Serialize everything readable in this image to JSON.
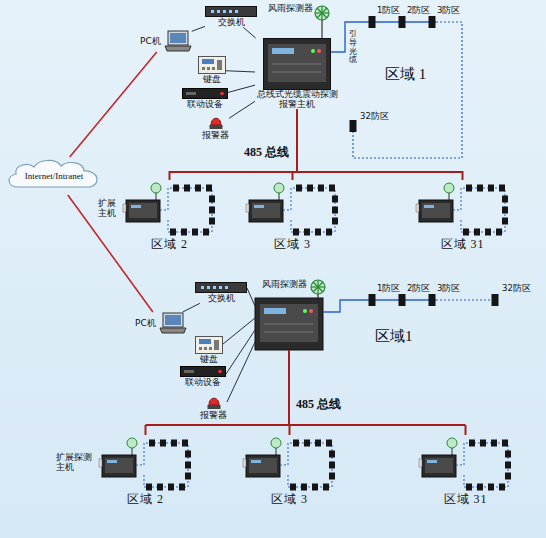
{
  "diagram": {
    "nodes": [
      {
        "text": [
          "Internet/Intranet"
        ]
      },
      {
        "text": [
          "交换机"
        ]
      },
      {
        "text": [
          "PC机"
        ]
      },
      {
        "text": [
          "键盘"
        ]
      },
      {
        "text": [
          "联动设备"
        ]
      },
      {
        "text": [
          "报警器"
        ]
      },
      {
        "text": [
          "总线式光缆震动探测报警主机"
        ]
      },
      {
        "text": [
          "区域 2"
        ]
      },
      {
        "text": [
          "区域 3"
        ]
      },
      {
        "text": [
          "区域 31"
        ]
      },
      {
        "text": [
          "交换机"
        ]
      },
      {
        "text": [
          "PC机"
        ]
      },
      {
        "text": [
          "键盘"
        ]
      },
      {
        "text": [
          "联动设备"
        ]
      },
      {
        "text": [
          "报警器"
        ]
      },
      {
        "text": [
          "区域 2"
        ]
      },
      {
        "text": [
          "区域 3"
        ]
      },
      {
        "text": [
          "区域 31"
        ]
      }
    ],
    "edges": [
      {
        "from": 0,
        "to": 2,
        "arrow": "none"
      },
      {
        "from": 2,
        "to": 1,
        "arrow": "none"
      },
      {
        "from": 1,
        "to": 6,
        "arrow": "none"
      },
      {
        "from": 3,
        "to": 6,
        "arrow": "none"
      },
      {
        "from": 4,
        "to": 6,
        "arrow": "none"
      },
      {
        "from": 5,
        "to": 6,
        "arrow": "none"
      },
      {
        "from": 6,
        "to": 7,
        "arrow": "none"
      },
      {
        "from": 6,
        "to": 8,
        "arrow": "none"
      },
      {
        "from": 6,
        "to": 9,
        "arrow": "none"
      },
      {
        "from": 0,
        "to": 11,
        "arrow": "none"
      },
      {
        "from": 11,
        "to": 10,
        "arrow": "none"
      }
    ],
    "labels": [
      "风雨探测器",
      "引导光缆",
      "1防区",
      "2防区",
      "3防区",
      "32防区",
      "区域 1",
      "485 总线",
      "扩展主机",
      "风雨探测器",
      "1防区",
      "2防区",
      "3防区",
      "32防区",
      "区域1",
      "485 总线",
      "扩展探测主机"
    ]
  }
}
